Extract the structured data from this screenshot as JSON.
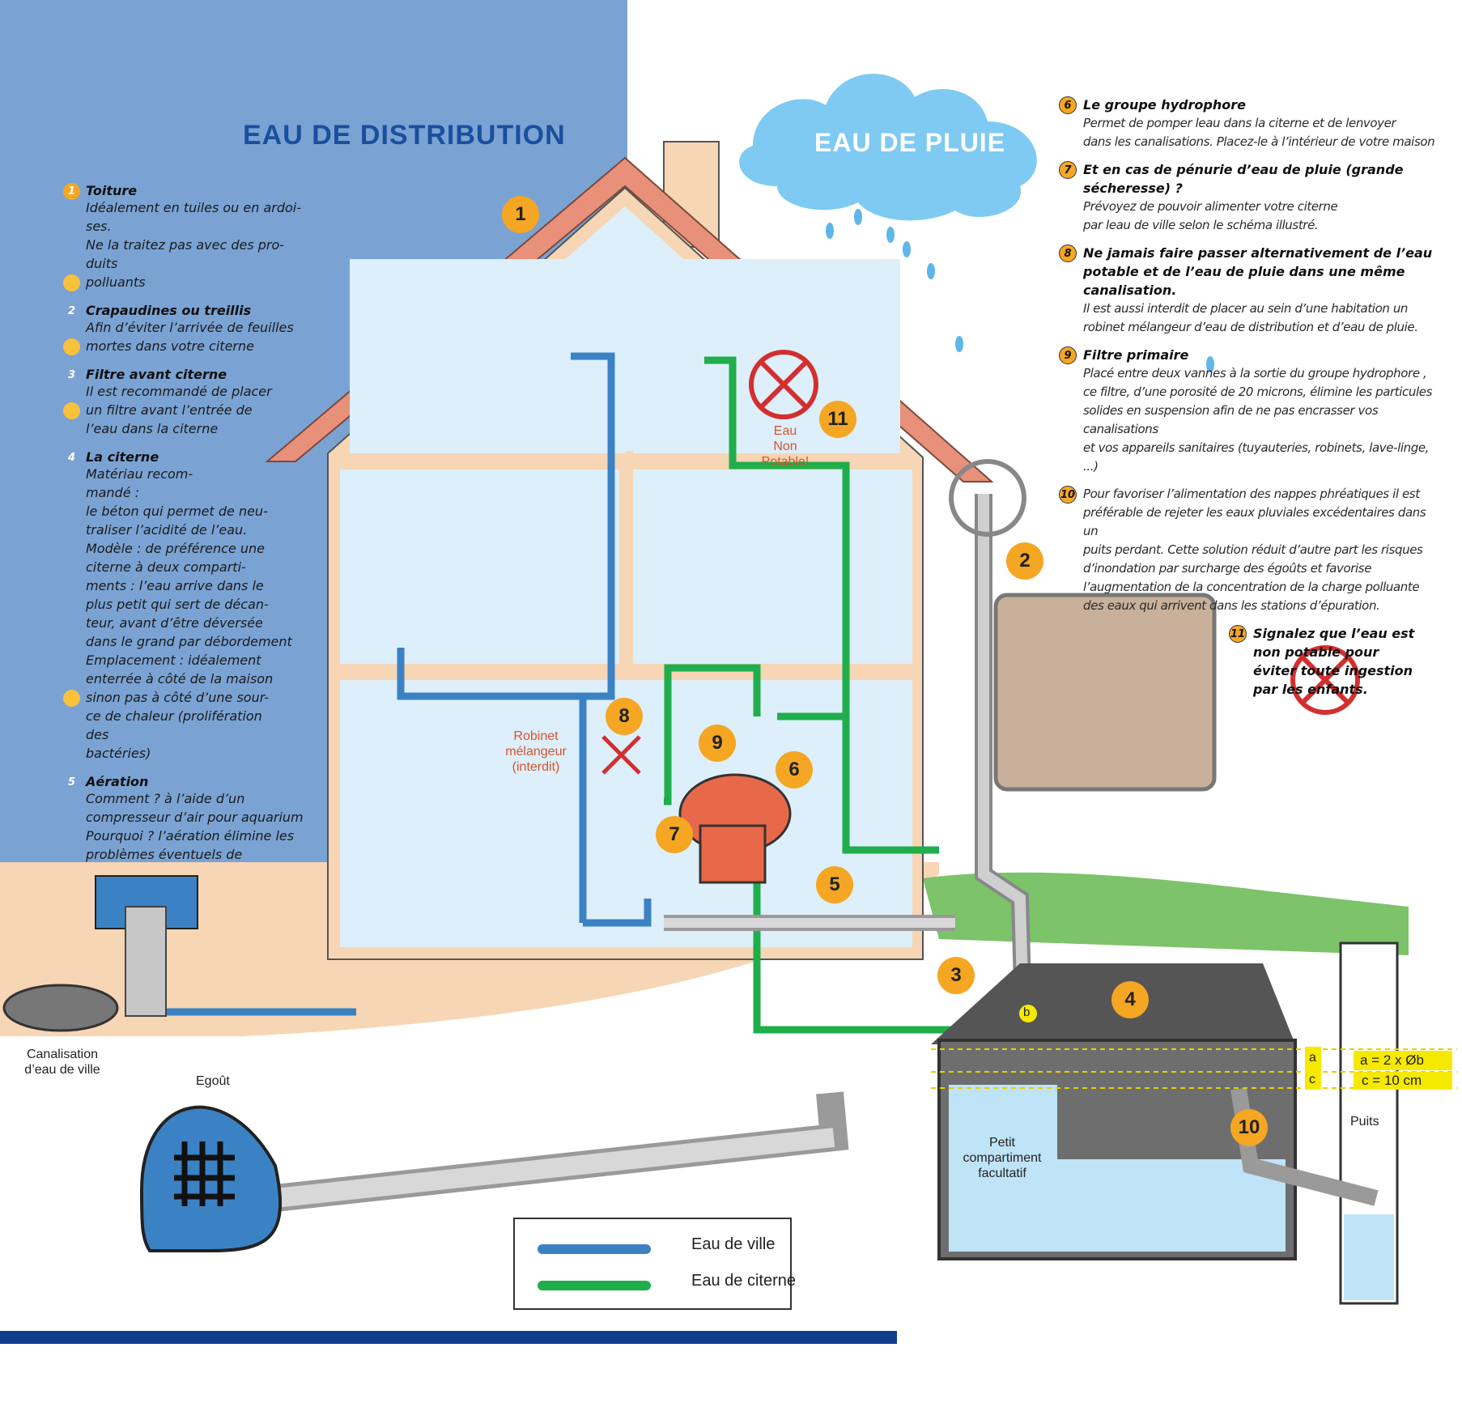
{
  "headings": {
    "distribution": "EAU DE DISTRIBUTION",
    "pluie": "EAU DE PLUIE"
  },
  "left_legend": [
    {
      "num": "1",
      "title": "Toiture",
      "lines": [
        "Idéalement en tuiles ou en ardoi-",
        "ses.",
        "Ne la traitez pas avec des pro-",
        "duits",
        "polluants"
      ]
    },
    {
      "num": "2",
      "title": "Crapaudines ou treillis",
      "lines": [
        "Afin d’éviter l’arrivée de feuilles",
        "mortes dans votre citerne"
      ]
    },
    {
      "num": "3",
      "title": "Filtre avant citerne",
      "lines": [
        "Il est recommandé de placer",
        "un filtre avant l’entrée de",
        "l’eau dans la citerne"
      ]
    },
    {
      "num": "4",
      "title": "La citerne",
      "lines": [
        "Matériau recom-",
        "mandé :",
        "le béton qui permet de neu-",
        "traliser l’acidité de l’eau.",
        "Modèle : de préférence une",
        "citerne à deux comparti-",
        "ments : l’eau arrive dans le",
        "plus petit qui sert de décan-",
        "teur, avant d’être déversée",
        "dans le grand par débordement",
        "Emplacement : idéalement",
        "enterrée à côté de la maison",
        "sinon pas à côté d’une sour-",
        "ce de chaleur (prolifération",
        "des",
        "bactéries)"
      ]
    },
    {
      "num": "5",
      "title": "Aération",
      "lines": [
        "Comment ? à l’aide d’un",
        "compresseur d’air pour aquarium",
        "Pourquoi ? l’aération élimine les",
        "problèmes éventuels de"
      ]
    }
  ],
  "right_legend": [
    {
      "num": "6",
      "title": "Le groupe hydrophore",
      "lines": [
        "Permet de pomper leau dans la citerne et de lenvoyer",
        "dans les canalisations. Placez-le à l’intérieur de votre maison"
      ]
    },
    {
      "num": "7",
      "title": "Et en cas de pénurie d’eau de pluie (grande sécheresse) ?",
      "lines": [
        "Prévoyez de pouvoir alimenter votre citerne",
        "par leau de ville selon le schéma illustré."
      ]
    },
    {
      "num": "8",
      "title": "Ne jamais faire passer alternativement de l’eau potable et de l’eau de pluie dans une même canalisation.",
      "lines": [
        "Il est aussi interdit de placer au sein d’une habitation un",
        "robinet mélangeur d’eau de distribution et d’eau de pluie."
      ]
    },
    {
      "num": "9",
      "title": "Filtre primaire",
      "lines": [
        "Placé entre deux vannes à la sortie du groupe hydrophore ,",
        "ce filtre, d’une porosité de 20 microns, élimine les particules",
        "solides en suspension afin de ne pas encrasser vos canalisations",
        "et vos appareils sanitaires (tuyauteries, robinets, lave-linge, ...)"
      ]
    },
    {
      "num": "10",
      "title": "",
      "lines": [
        "Pour favoriser l’alimentation des nappes phréatiques il est",
        "préférable de rejeter les eaux pluviales excédentaires dans un",
        "puits perdant. Cette solution réduit d’autre part les risques",
        "d’inondation par surcharge des égoûts et favorise",
        "l’augmentation de la concentration de la charge polluante",
        "des eaux qui arrivent dans les stations d’épuration."
      ]
    },
    {
      "num": "11",
      "title": "Signalez que l’eau est non potable pour éviter toute ingestion par les enfants.",
      "lines": []
    }
  ],
  "labels": {
    "eau_non_potable_1": "Eau",
    "eau_non_potable_2": "Non Potable!",
    "robinet_1": "Robinet",
    "robinet_2": "mélangeur",
    "robinet_3": "(interdit)",
    "canalisation_1": "Canalisation",
    "canalisation_2": "d’eau de ville",
    "egout": "Egoût",
    "petit_1": "Petit",
    "petit_2": "compartiment",
    "petit_3": "facultatif",
    "puits": "Puits",
    "dim_a": "a",
    "dim_c": "c",
    "dim_b": "b",
    "formula_a": "a = 2 x Øb",
    "formula_c": "c = 10 cm"
  },
  "markers": [
    "1",
    "2",
    "3",
    "4",
    "5",
    "6",
    "7",
    "8",
    "9",
    "10",
    "11"
  ],
  "legend": [
    {
      "label": "Eau de ville",
      "color": "#3b82c4"
    },
    {
      "label": "Eau de citerne",
      "color": "#1fae4b"
    }
  ],
  "colors": {
    "panel": "#7aa3d4",
    "title": "#1a4f9c",
    "marker": "#f5a623",
    "city_pipe": "#3b82c4",
    "tank_pipe": "#1fae4b"
  }
}
